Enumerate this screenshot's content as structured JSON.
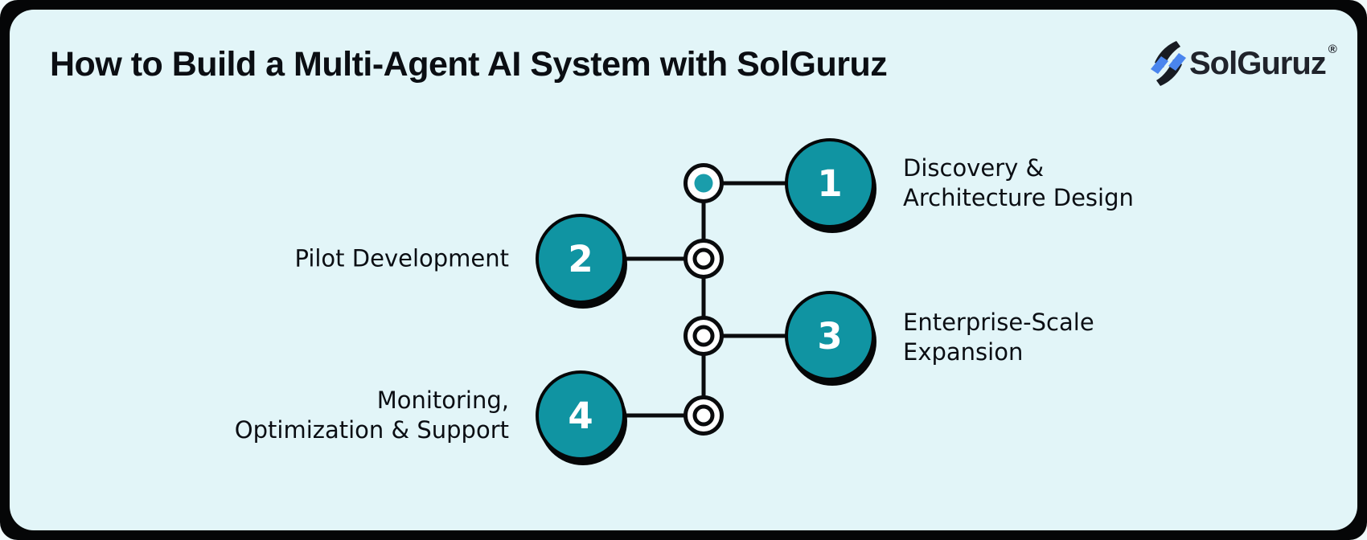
{
  "header": {
    "title": "How to Build a Multi-Agent AI System with SolGuruz"
  },
  "logo": {
    "name": "SolGuruz",
    "registered_mark": "®"
  },
  "colors": {
    "panel_bg": "#e2f5f8",
    "teal": "#1094a2",
    "line": "#0a0b0d",
    "text": "#0b0e13",
    "logo_blue": "#4a85ee",
    "logo_black": "#181b22"
  },
  "steps": [
    {
      "number": "1",
      "side": "right",
      "marker": "dot",
      "label_lines": [
        "Discovery &",
        "Architecture Design"
      ]
    },
    {
      "number": "2",
      "side": "left",
      "marker": "ring",
      "label_lines": [
        "Pilot Development"
      ]
    },
    {
      "number": "3",
      "side": "right",
      "marker": "ring",
      "label_lines": [
        "Enterprise-Scale",
        "Expansion"
      ]
    },
    {
      "number": "4",
      "side": "left",
      "marker": "ring",
      "label_lines": [
        "Monitoring,",
        "Optimization & Support"
      ]
    }
  ]
}
